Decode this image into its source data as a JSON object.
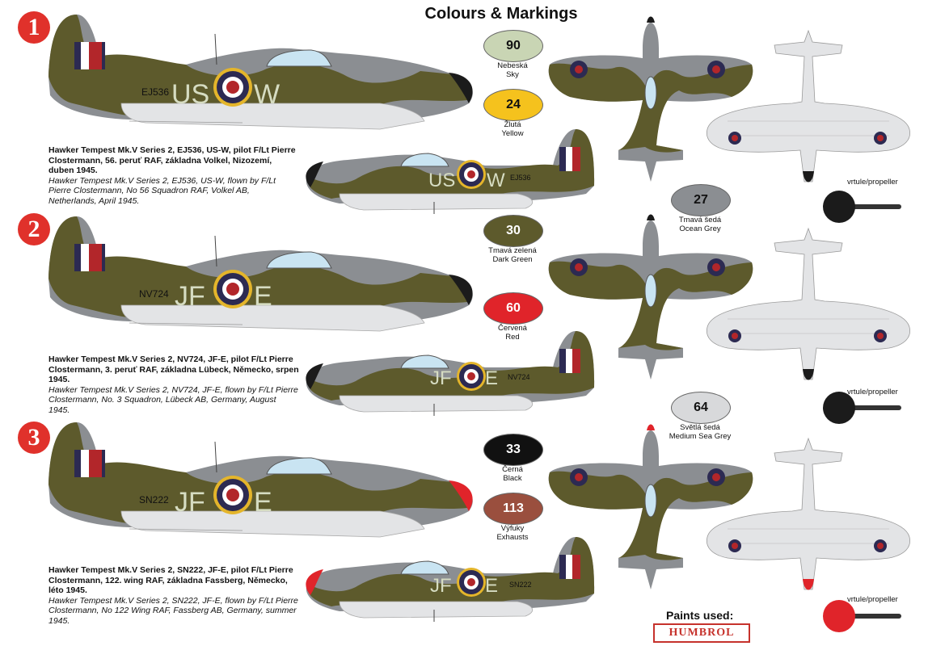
{
  "title": "Colours & Markings",
  "schemes": [
    {
      "number": "1",
      "serial": "EJ536",
      "code_left": "US",
      "code_right": "W",
      "desc_cz": "Hawker Tempest Mk.V Series 2, EJ536, US-W, pilot F/Lt Pierre Clostermann, 56. peruť RAF, základna Volkel, Nizozemí, duben 1945.",
      "desc_en": "Hawker Tempest Mk.V Series 2, EJ536, US-W, flown by F/Lt Pierre Clostermann, No 56 Squadron RAF, Volkel AB, Netherlands, April 1945.",
      "spinner_color": "#1b1b1b"
    },
    {
      "number": "2",
      "serial": "NV724",
      "code_left": "JF",
      "code_right": "E",
      "desc_cz": "Hawker Tempest Mk.V Series 2, NV724, JF-E, pilot F/Lt Pierre Clostermann, 3. peruť RAF, základna Lübeck, Německo, srpen 1945.",
      "desc_en": "Hawker Tempest Mk.V Series 2, NV724, JF-E, flown by F/Lt Pierre Clostermann, No. 3 Squadron, Lübeck AB, Germany, August 1945.",
      "spinner_color": "#1b1b1b"
    },
    {
      "number": "3",
      "serial": "SN222",
      "code_left": "JF",
      "code_right": "E",
      "desc_cz": "Hawker Tempest Mk.V Series 2, SN222, JF-E, pilot F/Lt Pierre Clostermann, 122. wing RAF, základna Fassberg, Německo, léto 1945.",
      "desc_en": "Hawker Tempest Mk.V Series 2, SN222, JF-E, flown by F/Lt Pierre Clostermann, No 122 Wing RAF, Fassberg AB, Germany, summer 1945.",
      "spinner_color": "#e0242a"
    }
  ],
  "paints": [
    {
      "code": "90",
      "label_cz": "Nebeská",
      "label_en": "Sky",
      "color": "#c9d5b4",
      "text_color": "#111111"
    },
    {
      "code": "24",
      "label_cz": "Žlutá",
      "label_en": "Yellow",
      "color": "#f5c21d",
      "text_color": "#111111"
    },
    {
      "code": "27",
      "label_cz": "Tmavá šedá",
      "label_en": "Ocean Grey",
      "color": "#8b8e92",
      "text_color": "#111111"
    },
    {
      "code": "30",
      "label_cz": "Tmavá zelená",
      "label_en": "Dark Green",
      "color": "#5d5a2c",
      "text_color": "#ffffff"
    },
    {
      "code": "60",
      "label_cz": "Červená",
      "label_en": "Red",
      "color": "#e0242a",
      "text_color": "#ffffff"
    },
    {
      "code": "64",
      "label_cz": "Světlá šedá",
      "label_en": "Medium Sea Grey",
      "color": "#d8d9db",
      "text_color": "#111111"
    },
    {
      "code": "33",
      "label_cz": "Černá",
      "label_en": "Black",
      "color": "#111111",
      "text_color": "#ffffff"
    },
    {
      "code": "113",
      "label_cz": "Výfuky",
      "label_en": "Exhausts",
      "color": "#9a4f3e",
      "text_color": "#ffffff"
    }
  ],
  "propeller_label": "vrtule/propeller",
  "paints_used": "Paints used:",
  "brand": "HUMBROL",
  "colors": {
    "camo_green": "#5d5a2c",
    "camo_grey": "#8b8e92",
    "underside": "#d8d9db",
    "roundel_blue": "#2c2a52",
    "roundel_red": "#b2262a",
    "roundel_yellow": "#e4b52b",
    "code_letters": "#d6dcc2"
  }
}
